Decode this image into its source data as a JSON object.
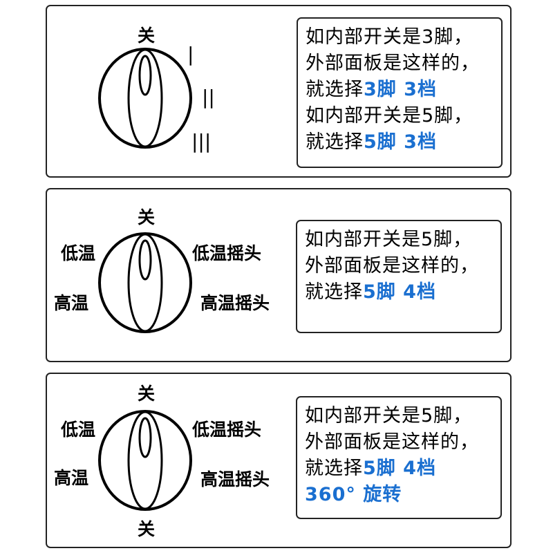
{
  "accent_color": "#1a6fd0",
  "panel1": {
    "knob_labels": {
      "top": "关",
      "mark1": "|",
      "mark2": "||",
      "mark3": "|||"
    },
    "lines": [
      {
        "text": "如内部开关是3脚，"
      },
      {
        "text": "外部面板是这样的，"
      },
      {
        "text": "就选择",
        "highlight": "3脚 3档"
      },
      {
        "text": "如内部开关是5脚，"
      },
      {
        "text": "就选择",
        "highlight": "5脚 3档"
      }
    ]
  },
  "panel2": {
    "knob_labels": {
      "top": "关",
      "left_upper": "低温",
      "left_lower": "高温",
      "right_upper": "低温摇头",
      "right_lower": "高温摇头"
    },
    "lines": [
      {
        "text": "如内部开关是5脚，"
      },
      {
        "text": "外部面板是这样的，"
      },
      {
        "text": "就选择",
        "highlight": "5脚 4档"
      }
    ]
  },
  "panel3": {
    "knob_labels": {
      "top": "关",
      "bottom": "关",
      "left_upper": "低温",
      "left_lower": "高温",
      "right_upper": "低温摇头",
      "right_lower": "高温摇头"
    },
    "lines": [
      {
        "text": "如内部开关是5脚，"
      },
      {
        "text": "外部面板是这样的，"
      },
      {
        "text": "就选择",
        "highlight": "5脚 4档"
      },
      {
        "text": "",
        "highlight": "360° 旋转"
      }
    ]
  }
}
